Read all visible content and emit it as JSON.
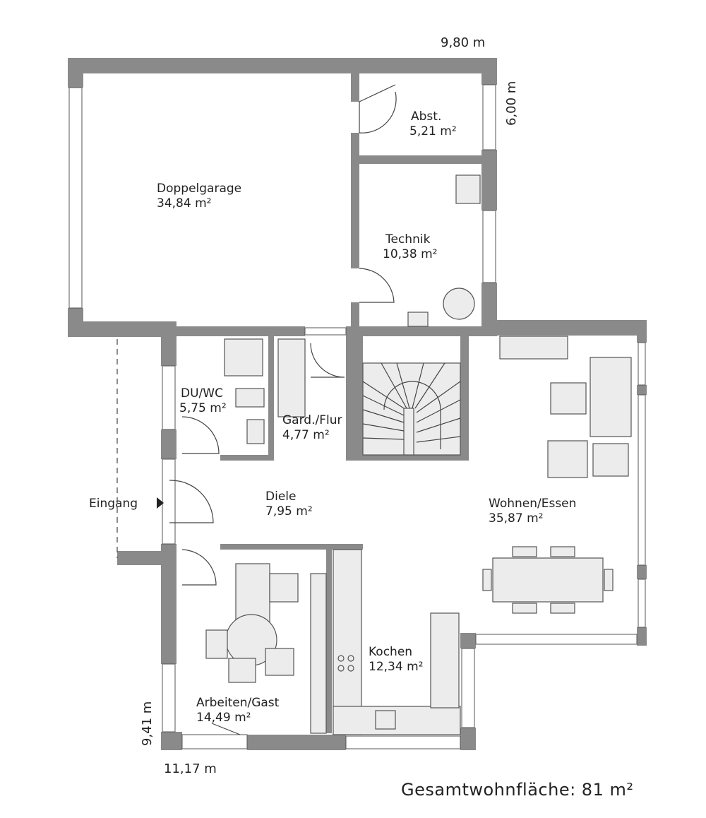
{
  "plan": {
    "dimensions": {
      "top_width": "9,80 m",
      "right_depth": "6,00 m",
      "left_depth": "9,41 m",
      "bottom_width": "11,17 m"
    },
    "rooms": {
      "garage": {
        "name": "Doppelgarage",
        "area": "34,84 m²"
      },
      "storage": {
        "name": "Abst.",
        "area": "5,21 m²"
      },
      "technik": {
        "name": "Technik",
        "area": "10,38 m²"
      },
      "bath": {
        "name": "DU/WC",
        "area": "5,75 m²"
      },
      "wardrobe": {
        "name": "Gard./Flur",
        "area": "4,77 m²"
      },
      "hall": {
        "name": "Diele",
        "area": "7,95 m²"
      },
      "living": {
        "name": "Wohnen/Essen",
        "area": "35,87 m²"
      },
      "kitchen": {
        "name": "Kochen",
        "area": "12,34 m²"
      },
      "office": {
        "name": "Arbeiten/Gast",
        "area": "14,49 m²"
      }
    },
    "entrance_label": "Eingang",
    "total_area": "Gesamtwohnfläche: 81 m²"
  }
}
